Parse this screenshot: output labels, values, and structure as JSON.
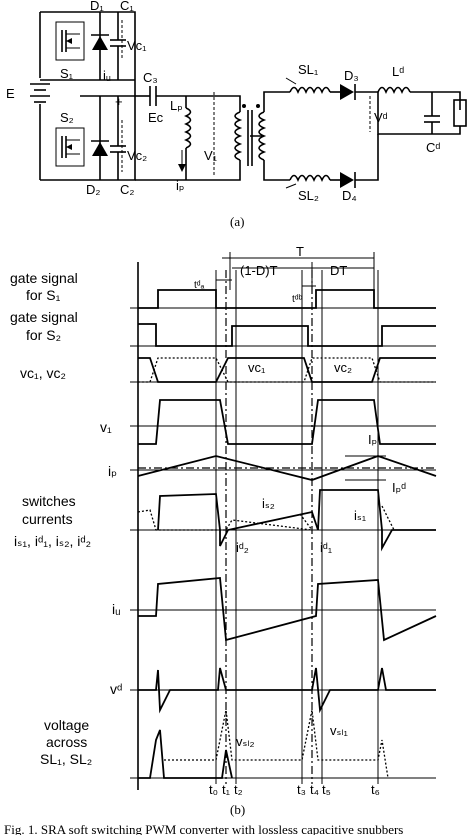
{
  "circuit": {
    "labels": {
      "E": "E",
      "D1": "D₁",
      "C1": "C₁",
      "VC1": "Vᴄ₁",
      "S1": "S₁",
      "iu": "iᵤ",
      "C3": "C₃",
      "EC": "Eᴄ",
      "S2": "S₂",
      "VC2": "Vᴄ₂",
      "D2": "D₂",
      "C2": "C₂",
      "Lp": "Lₚ",
      "ip": "iₚ",
      "V1": "V₁",
      "SL1": "SL₁",
      "D3": "D₃",
      "Ld": "Lᵈ",
      "Vd": "Vᵈ",
      "Cd": "Cᵈ",
      "SL2": "SL₂",
      "D4": "D₄"
    },
    "caption": "(a)"
  },
  "waveforms": {
    "caption": "(b)",
    "period_labels": {
      "T": "T",
      "one_minus_DT": "(1-D)T",
      "DT": "DT",
      "tda": "tᵈₐ",
      "tdb": "tᵈᵇ"
    },
    "rows": [
      {
        "label1": "gate signal",
        "label2": "for S₁"
      },
      {
        "label1": "gate signal",
        "label2": "for S₂"
      },
      {
        "label1": "vᴄ₁, vᴄ₂",
        "label2": ""
      },
      {
        "label1": "v₁",
        "label2": ""
      },
      {
        "label1": "iₚ",
        "label2": ""
      },
      {
        "label1": "switches",
        "label2": "currents"
      },
      {
        "label1": "iₛ₁, iᵈ₁, iₛ₂, iᵈ₂",
        "label2": ""
      },
      {
        "label1": "iᵤ",
        "label2": ""
      },
      {
        "label1": "vᵈ",
        "label2": ""
      },
      {
        "label1": "voltage",
        "label2": "across"
      },
      {
        "label1": "SL₁, SL₂",
        "label2": ""
      }
    ],
    "annotations": {
      "vc1": "vᴄ₁",
      "vc2": "vᴄ₂",
      "Ip": "Iₚ",
      "Ipd": "Iₚᵈ",
      "is2": "iₛ₂",
      "is1": "iₛ₁",
      "id2": "iᵈ₂",
      "id1": "iᵈ₁",
      "vSL2": "vₛₗ₂",
      "vSL1": "vₛₗ₁"
    },
    "time_labels": [
      "t₀",
      "t₁",
      "t₂",
      "t₃",
      "t₄",
      "t₅",
      "t₆"
    ]
  },
  "footer_caption": "Fig. 1.   SRA soft switching PWM converter with lossless capacitive snubbers"
}
